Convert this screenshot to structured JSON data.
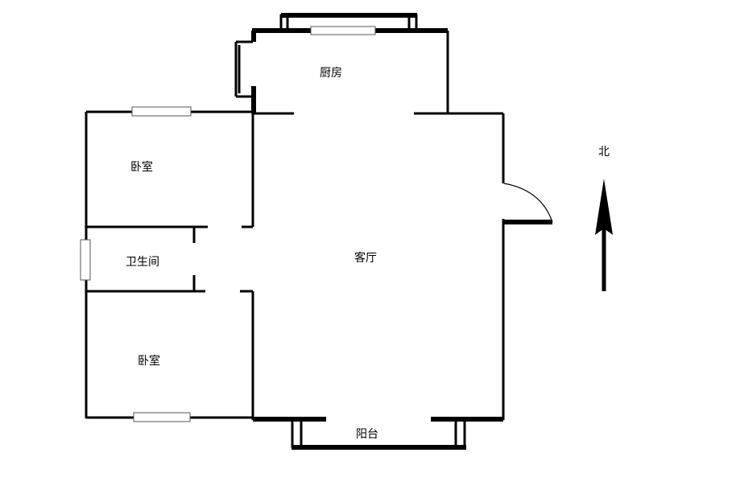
{
  "rooms": {
    "kitchen": "厨房",
    "bedroom_north": "卧室",
    "bathroom": "卫生间",
    "living_room": "客厅",
    "bedroom_south": "卧室",
    "balcony": "阳台"
  },
  "compass": {
    "label": "北"
  },
  "colors": {
    "wall": "#000000",
    "background": "#ffffff",
    "window": "#555555"
  }
}
